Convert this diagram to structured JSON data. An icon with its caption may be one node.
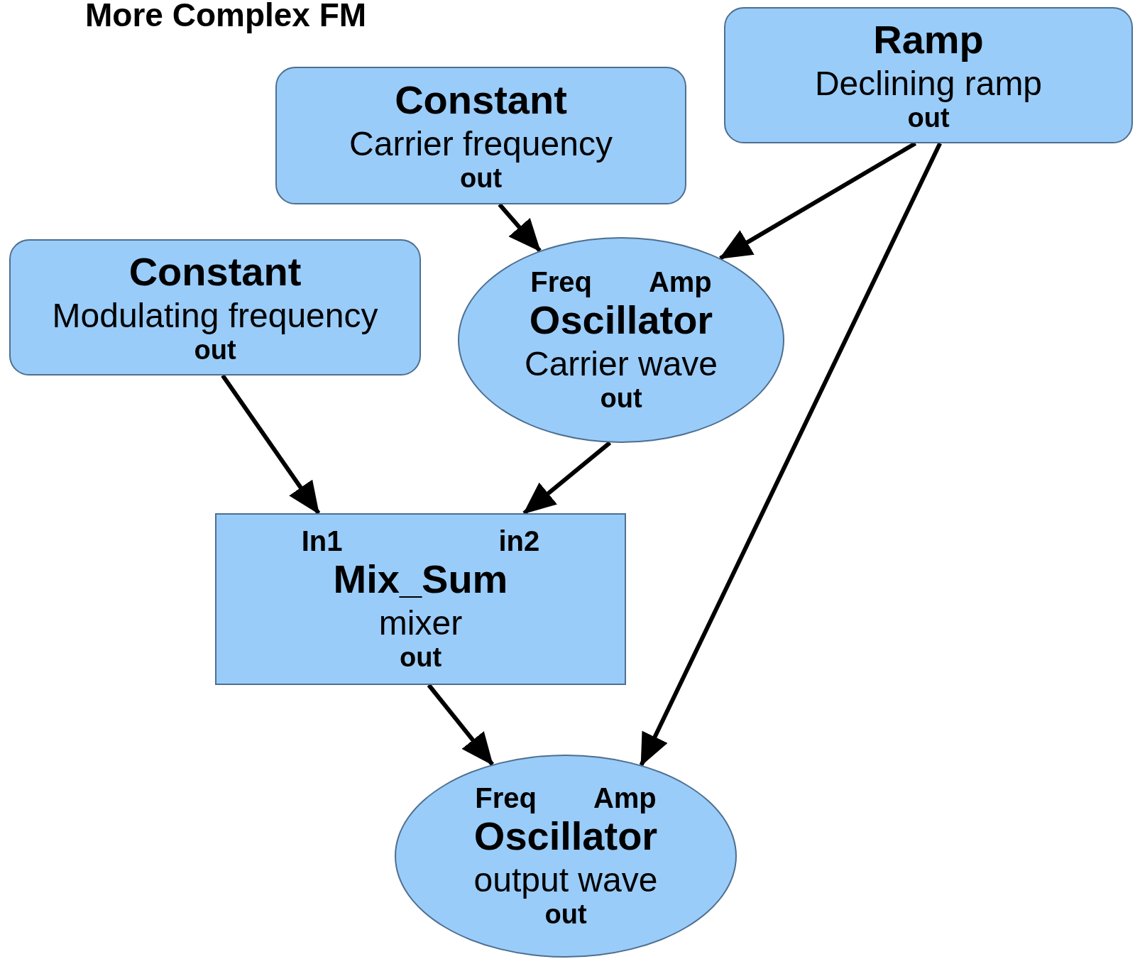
{
  "diagram": {
    "title": "More Complex FM",
    "nodes": [
      {
        "text": [
          "Ramp",
          "Declining ramp",
          "out"
        ]
      },
      {
        "text": [
          "Constant",
          "Carrier frequency",
          "out"
        ]
      },
      {
        "text": [
          "Constant",
          "Modulating frequency",
          "out"
        ]
      },
      {
        "text": [
          "Freq",
          "Amp",
          "Oscillator",
          "Carrier wave",
          "out"
        ]
      },
      {
        "text": [
          "In1",
          "in2",
          "Mix_Sum",
          "mixer",
          "out"
        ]
      },
      {
        "text": [
          "Freq",
          "Amp",
          "Oscillator",
          "output wave",
          "out"
        ]
      }
    ],
    "edges": [
      {
        "from": 1,
        "to": 3,
        "arrow": "to"
      },
      {
        "from": 0,
        "to": 3,
        "arrow": "to"
      },
      {
        "from": 0,
        "to": 5,
        "arrow": "to"
      },
      {
        "from": 2,
        "to": 4,
        "arrow": "to"
      },
      {
        "from": 3,
        "to": 4,
        "arrow": "to"
      },
      {
        "from": 4,
        "to": 5,
        "arrow": "to"
      }
    ]
  }
}
